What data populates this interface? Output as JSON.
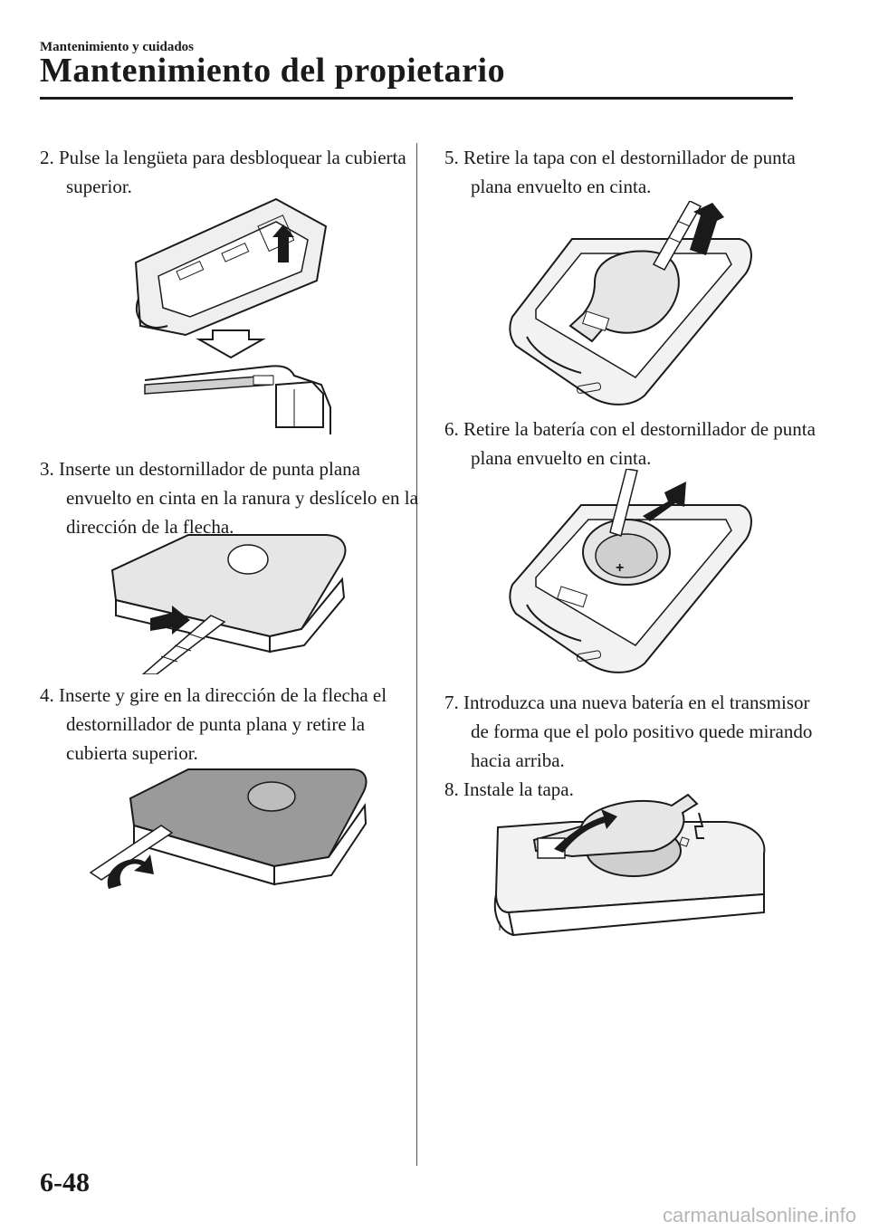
{
  "header": {
    "section": "Mantenimiento y cuidados",
    "title": "Mantenimiento del propietario"
  },
  "steps": [
    {
      "text": "2. Pulse la lengüeta para desbloquear la cubierta superior."
    },
    {
      "text": "3. Inserte un destornillador de punta plana envuelto en cinta en la ranura y deslícelo en la dirección de la flecha."
    },
    {
      "text": "4. Inserte y gire en la dirección de la flecha el destornillador de punta plana y retire la cubierta superior."
    },
    {
      "text": "5. Retire la tapa con el destornillador de punta plana envuelto en cinta."
    },
    {
      "text": "6. Retire la batería con el destornillador de punta plana envuelto en cinta."
    },
    {
      "text": "7. Introduzca una nueva batería en el transmisor de forma que el polo positivo quede mirando hacia arriba."
    },
    {
      "text": "8. Instale la tapa."
    }
  ],
  "footer": {
    "page_number": "6-48",
    "watermark": "carmanualsonline.info"
  },
  "colors": {
    "ink": "#1a1a1a",
    "illustration_fill": "#e6e6e6",
    "arrow_fill": "#1a1a1a"
  }
}
